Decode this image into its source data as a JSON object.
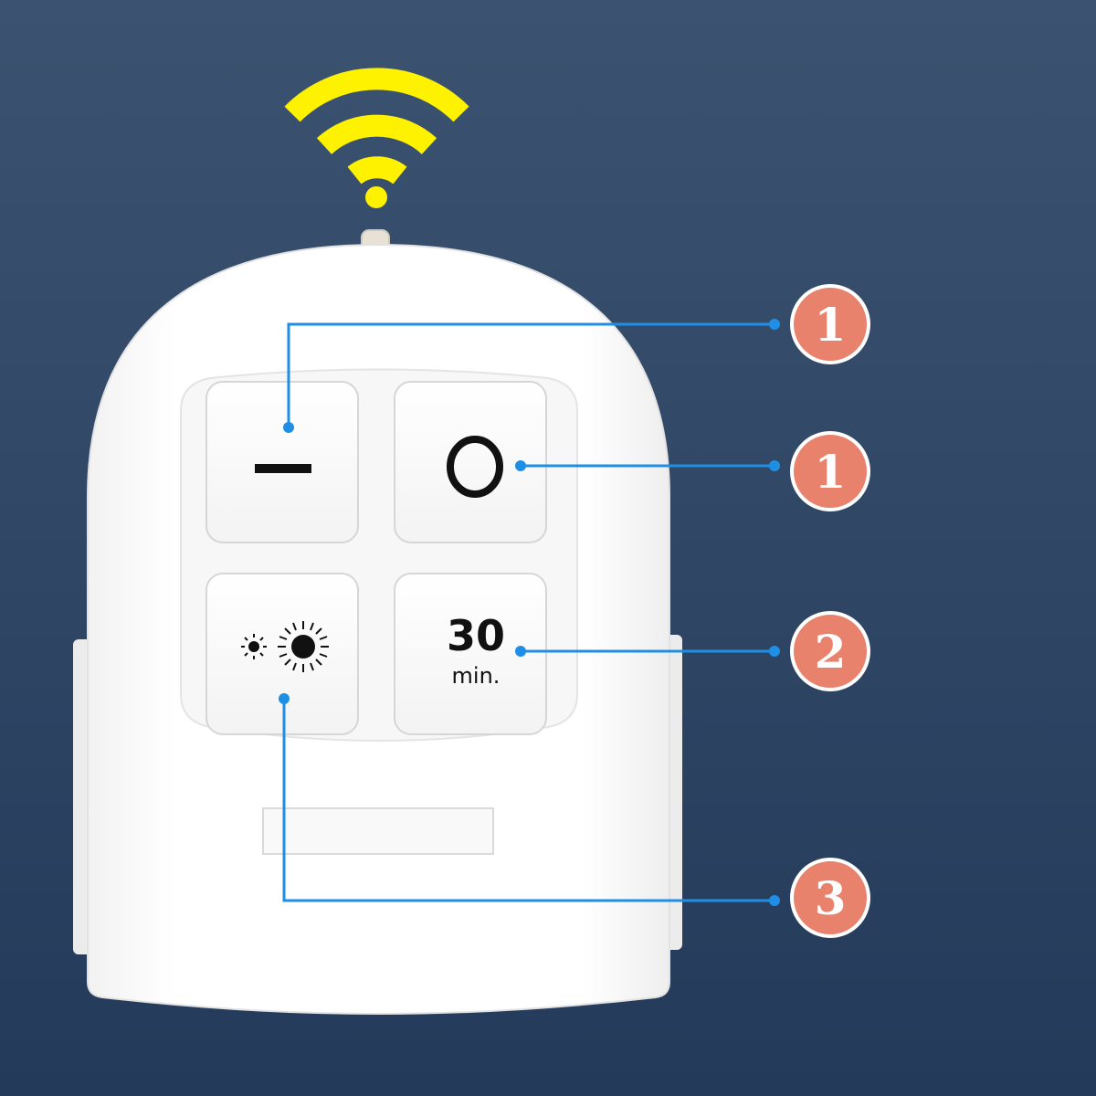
{
  "colors": {
    "background_top": "#3b5370",
    "background_bottom": "#243a5a",
    "signal": "#fff200",
    "callout_line": "#1f8fe6",
    "badge_fill": "#e9826c",
    "badge_ring": "#ffffff",
    "remote_body": "#ffffff",
    "symbol": "#111111"
  },
  "icons": {
    "signal": "wifi-signal-icon",
    "off": "minus-icon",
    "on": "circle-icon",
    "brightness": "brightness-icon"
  },
  "remote": {
    "button_timer": {
      "value": "30",
      "unit": "min."
    }
  },
  "callouts": [
    {
      "number": "1",
      "target": "off-button"
    },
    {
      "number": "1",
      "target": "on-button"
    },
    {
      "number": "2",
      "target": "timer-button"
    },
    {
      "number": "3",
      "target": "brightness-button"
    }
  ]
}
